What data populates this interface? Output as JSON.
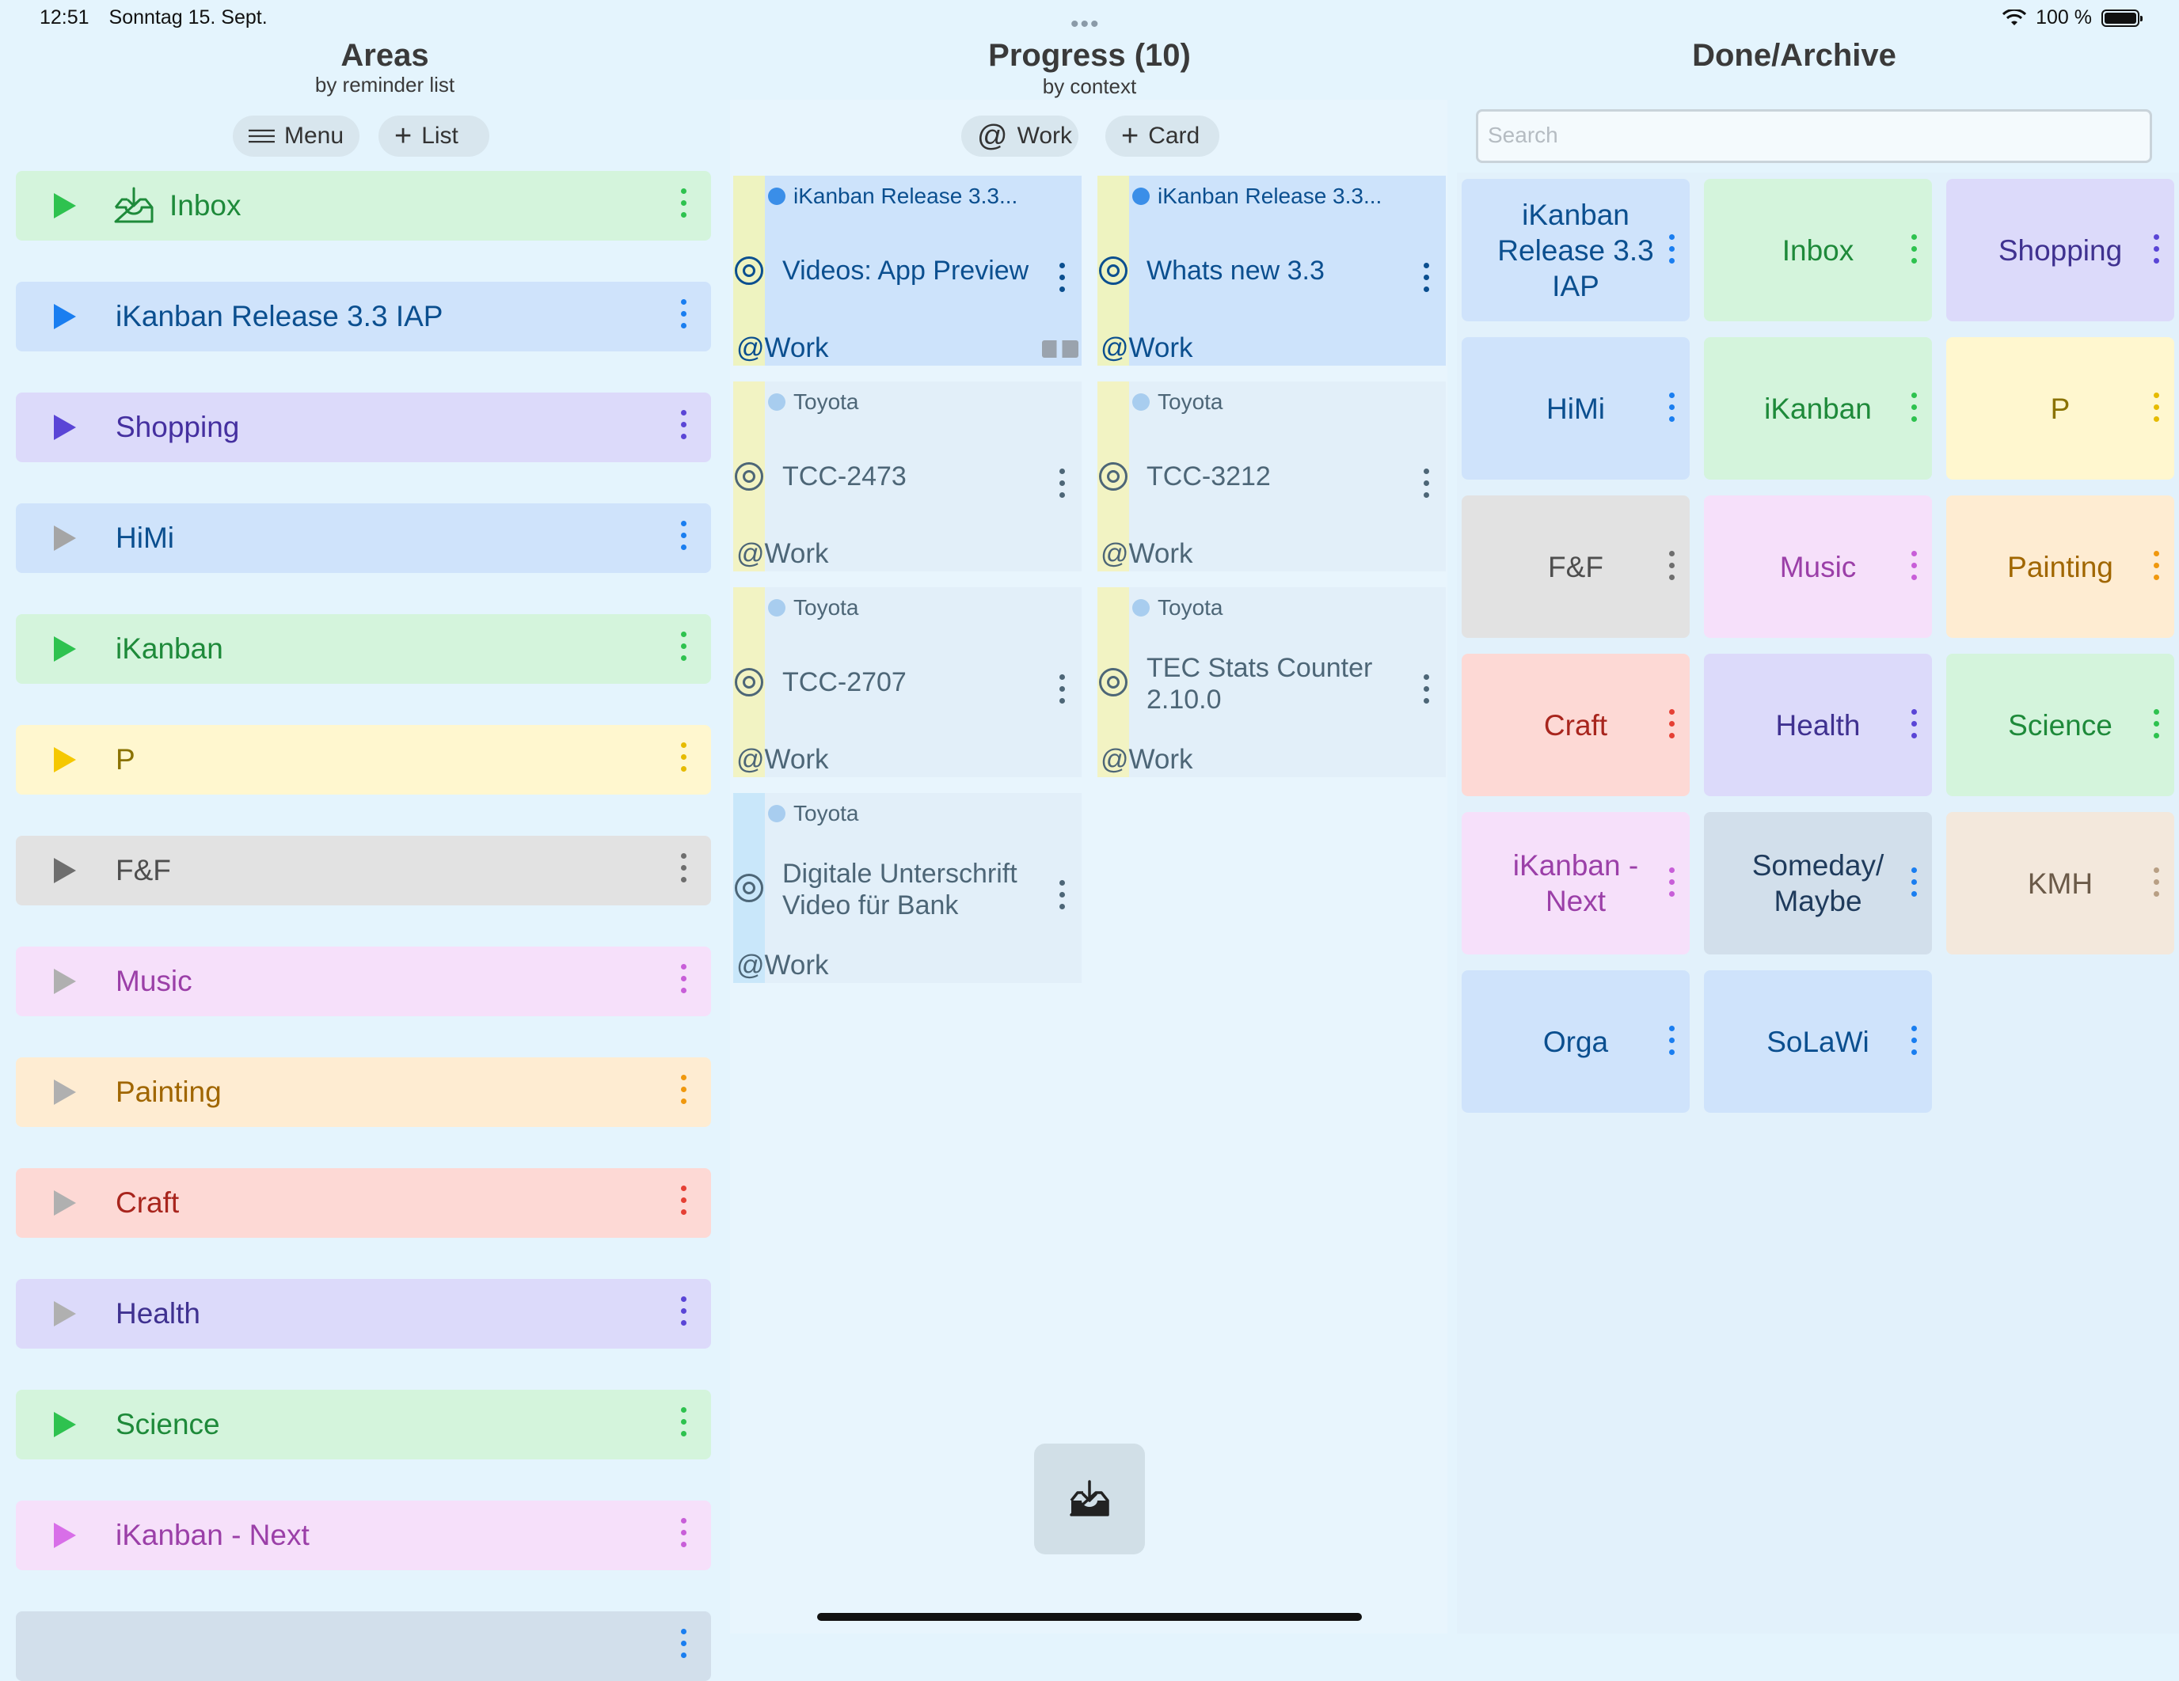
{
  "status_bar": {
    "time": "12:51",
    "date": "Sonntag 15. Sept.",
    "battery_text": "100 %",
    "wifi_icon": "wifi-icon",
    "battery_icon": "battery-icon"
  },
  "areas": {
    "title": "Areas",
    "subtitle": "by reminder list",
    "menu_label": "Menu",
    "add_list_label": "List",
    "items": [
      {
        "label": "Inbox",
        "color": "#1e8a3a",
        "bg": "#d4f4dc",
        "tri": "#2ec24f",
        "kebab": "#2ec24f",
        "icon": "inbox-tray-icon"
      },
      {
        "label": "iKanban Release 3.3 IAP",
        "color": "#0b4f8f",
        "bg": "#cfe3fb",
        "tri": "#1a7ef0",
        "kebab": "#1a7ef0"
      },
      {
        "label": "Shopping",
        "color": "#4530a0",
        "bg": "#dcdafa",
        "tri": "#5a45d6",
        "kebab": "#5a45d6"
      },
      {
        "label": "HiMi",
        "color": "#0b4f8f",
        "bg": "#cfe3fb",
        "tri": "#a5a5a5",
        "kebab": "#1a7ef0"
      },
      {
        "label": "iKanban",
        "color": "#1e8a3a",
        "bg": "#d4f4dc",
        "tri": "#2ec24f",
        "kebab": "#2ec24f"
      },
      {
        "label": "P",
        "color": "#8a7200",
        "bg": "#fff7cf",
        "tri": "#f5c800",
        "kebab": "#e6bb00"
      },
      {
        "label": "F&F",
        "color": "#4e4e4e",
        "bg": "#e2e2e2",
        "tri": "#6e6e6e",
        "kebab": "#6e6e6e"
      },
      {
        "label": "Music",
        "color": "#9b3fa8",
        "bg": "#f6e0fa",
        "tri": "#b0b0b0",
        "kebab": "#c85ed8"
      },
      {
        "label": "Painting",
        "color": "#a06600",
        "bg": "#feecd2",
        "tri": "#b0b0b0",
        "kebab": "#f0980e"
      },
      {
        "label": "Craft",
        "color": "#a8251d",
        "bg": "#fdd9d5",
        "tri": "#b0b0b0",
        "kebab": "#e54035"
      },
      {
        "label": "Health",
        "color": "#3f3190",
        "bg": "#dcdafa",
        "tri": "#b0b0b0",
        "kebab": "#5a45d6"
      },
      {
        "label": "Science",
        "color": "#1e8a3a",
        "bg": "#d4f4dc",
        "tri": "#2ec24f",
        "kebab": "#2ec24f"
      },
      {
        "label": "iKanban - Next",
        "color": "#9b3fa8",
        "bg": "#f6e0fa",
        "tri": "#d86ee8",
        "kebab": "#c85ed8"
      },
      {
        "label": "",
        "color": "#333",
        "bg": "#d2dfeb",
        "tri": "#d2dfeb",
        "kebab": "#1a7ef0"
      }
    ]
  },
  "progress": {
    "title": "Progress (10)",
    "subtitle": "by context",
    "context_label": "Work",
    "add_card_label": "Card",
    "cards": [
      {
        "parent": "iKanban Release 3.3...",
        "title": "Videos: App Preview",
        "context": "@Work",
        "highlight": true,
        "stripe": "#eef3c0",
        "dot": "#3a8ee8",
        "attachment": true
      },
      {
        "parent": "iKanban Release 3.3...",
        "title": "Whats new 3.3",
        "context": "@Work",
        "highlight": true,
        "stripe": "#eef3c0",
        "dot": "#3a8ee8"
      },
      {
        "parent": "Toyota",
        "title": "TCC-2473",
        "context": "@Work",
        "highlight": false,
        "stripe": "#f2f3c3",
        "dot": "#a8cdef"
      },
      {
        "parent": "Toyota",
        "title": "TCC-3212",
        "context": "@Work",
        "highlight": false,
        "stripe": "#f2f3c3",
        "dot": "#a8cdef"
      },
      {
        "parent": "Toyota",
        "title": "TCC-2707",
        "context": "@Work",
        "highlight": false,
        "stripe": "#f2f3c3",
        "dot": "#a8cdef"
      },
      {
        "parent": "Toyota",
        "title": "TEC Stats Counter 2.10.0",
        "context": "@Work",
        "highlight": false,
        "stripe": "#f2f3c3",
        "dot": "#a8cdef"
      },
      {
        "parent": "Toyota",
        "title": "Digitale Unterschrift Video für Bank",
        "context": "@Work",
        "highlight": false,
        "stripe": "#c9e7fa",
        "dot": "#a8cdef"
      }
    ]
  },
  "done": {
    "title": "Done/Archive",
    "search_placeholder": "Search",
    "lists": [
      {
        "label": "iKanban Release 3.3 IAP",
        "color": "#0b4f8f",
        "bg": "#cfe3fb",
        "kebab": "#1a7ef0"
      },
      {
        "label": "Inbox",
        "color": "#1e8a3a",
        "bg": "#d4f4dc",
        "kebab": "#2ec24f"
      },
      {
        "label": "Shopping",
        "color": "#3f3190",
        "bg": "#dcdafa",
        "kebab": "#5a45d6"
      },
      {
        "label": "HiMi",
        "color": "#0b4f8f",
        "bg": "#cfe3fb",
        "kebab": "#1a7ef0"
      },
      {
        "label": "iKanban",
        "color": "#1e8a3a",
        "bg": "#d4f4dc",
        "kebab": "#2ec24f"
      },
      {
        "label": "P",
        "color": "#8a7200",
        "bg": "#fff7cf",
        "kebab": "#e6bb00"
      },
      {
        "label": "F&F",
        "color": "#4e4e4e",
        "bg": "#e2e2e2",
        "kebab": "#6e6e6e"
      },
      {
        "label": "Music",
        "color": "#9b3fa8",
        "bg": "#f6e0fa",
        "kebab": "#c85ed8"
      },
      {
        "label": "Painting",
        "color": "#a06600",
        "bg": "#feecd2",
        "kebab": "#f0980e"
      },
      {
        "label": "Craft",
        "color": "#a8251d",
        "bg": "#fdd9d5",
        "kebab": "#e54035"
      },
      {
        "label": "Health",
        "color": "#3f3190",
        "bg": "#dcdafa",
        "kebab": "#5a45d6"
      },
      {
        "label": "Science",
        "color": "#1e8a3a",
        "bg": "#d4f4dc",
        "kebab": "#2ec24f"
      },
      {
        "label": "iKanban - Next",
        "color": "#9b3fa8",
        "bg": "#f6e0fa",
        "kebab": "#c85ed8"
      },
      {
        "label": "Someday/ Maybe",
        "color": "#1f3b5c",
        "bg": "#d2dfeb",
        "kebab": "#1a7ef0"
      },
      {
        "label": "KMH",
        "color": "#6b5a48",
        "bg": "#f3e8dc",
        "kebab": "#b89f84"
      },
      {
        "label": "Orga",
        "color": "#0b4f8f",
        "bg": "#cfe3fb",
        "kebab": "#1a7ef0"
      },
      {
        "label": "SoLaWi",
        "color": "#0b4f8f",
        "bg": "#cfe3fb",
        "kebab": "#1a7ef0"
      }
    ]
  },
  "bottom": {
    "inbox_icon": "inbox-download-icon"
  }
}
